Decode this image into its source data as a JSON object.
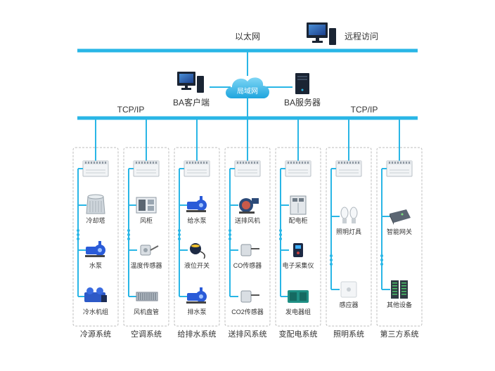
{
  "network": {
    "ethernet_label": "以太网",
    "remote_access_label": "远程访问",
    "lan_label": "局域网",
    "ba_client_label": "BA客户端",
    "ba_server_label": "BA服务器",
    "tcp_left": "TCP/IP",
    "tcp_right": "TCP/IP"
  },
  "colors": {
    "bus": "#29b6e6",
    "cloud": "#29b6e6",
    "box_border": "#bdbdbd",
    "pump": "#2a5bd8",
    "monitor": "#1a2433"
  },
  "systems": [
    {
      "name": "冷源系统",
      "devices": [
        {
          "label": "冷却塔",
          "icon": "cooling-tower"
        },
        {
          "label": "水泵",
          "icon": "water-pump"
        },
        {
          "label": "冷水机组",
          "icon": "chiller"
        }
      ]
    },
    {
      "name": "空调系统",
      "devices": [
        {
          "label": "风柜",
          "icon": "air-handler"
        },
        {
          "label": "温度传感器",
          "icon": "temperature-sensor"
        },
        {
          "label": "风机盘管",
          "icon": "fan-coil"
        }
      ]
    },
    {
      "name": "给排水系统",
      "devices": [
        {
          "label": "给水泵",
          "icon": "water-pump"
        },
        {
          "label": "液位开关",
          "icon": "level-switch"
        },
        {
          "label": "排水泵",
          "icon": "water-pump"
        }
      ]
    },
    {
      "name": "送排风系统",
      "devices": [
        {
          "label": "送排风机",
          "icon": "blower-fan"
        },
        {
          "label": "CO传感器",
          "icon": "duct-sensor"
        },
        {
          "label": "CO2传感器",
          "icon": "duct-sensor"
        }
      ]
    },
    {
      "name": "变配电系统",
      "devices": [
        {
          "label": "配电柜",
          "icon": "distribution-cabinet"
        },
        {
          "label": "电子采集仪",
          "icon": "power-meter"
        },
        {
          "label": "发电器组",
          "icon": "generator"
        }
      ]
    },
    {
      "name": "照明系统",
      "devices": [
        {
          "label": "照明灯具",
          "icon": "led-bulb"
        },
        {
          "label": "感应器",
          "icon": "motion-sensor"
        }
      ]
    },
    {
      "name": "第三方系统",
      "devices": [
        {
          "label": "智能网关",
          "icon": "gateway"
        },
        {
          "label": "其他设备",
          "icon": "server-rack"
        }
      ]
    }
  ]
}
